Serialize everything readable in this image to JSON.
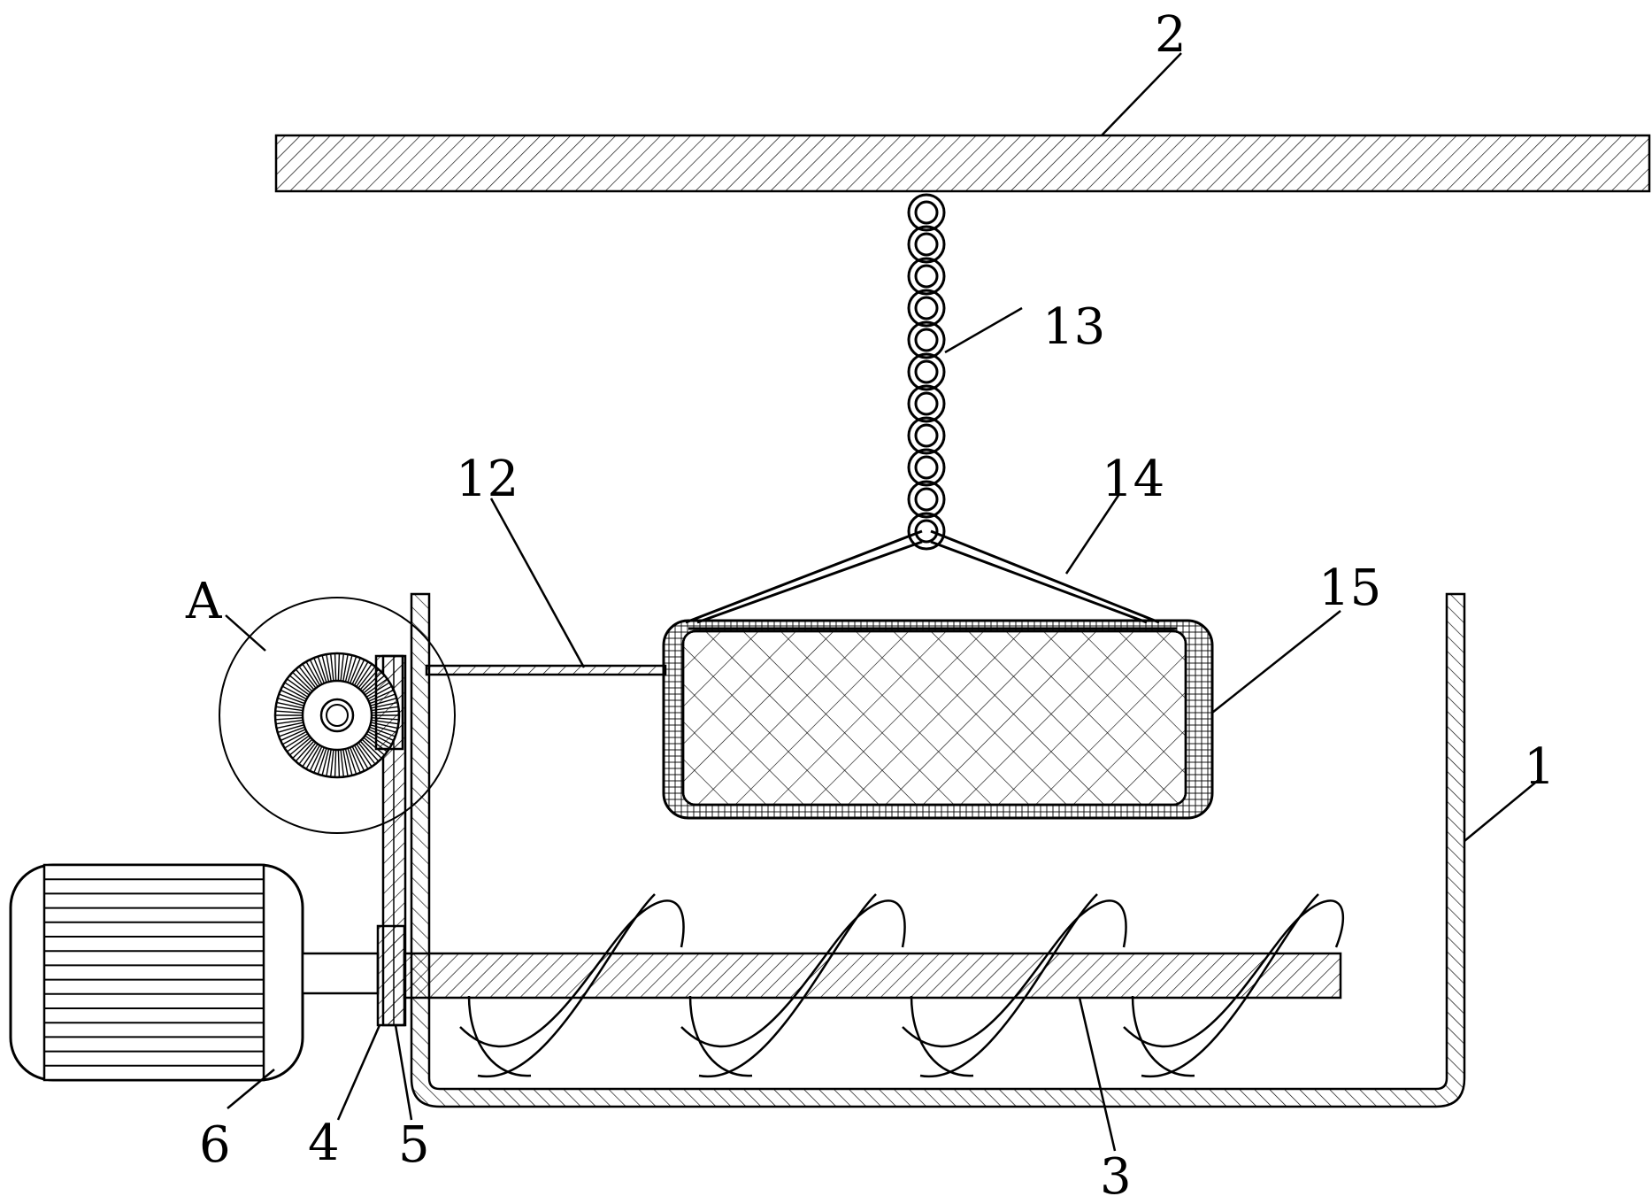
{
  "labels": {
    "ceiling": "2",
    "chain": "13",
    "rod": "12",
    "sling": "14",
    "basket": "15",
    "detail": "A",
    "tank": "1",
    "motor": "6",
    "part4": "4",
    "part5": "5",
    "screw": "3"
  },
  "colors": {
    "line": "#000000",
    "background": "#ffffff"
  }
}
